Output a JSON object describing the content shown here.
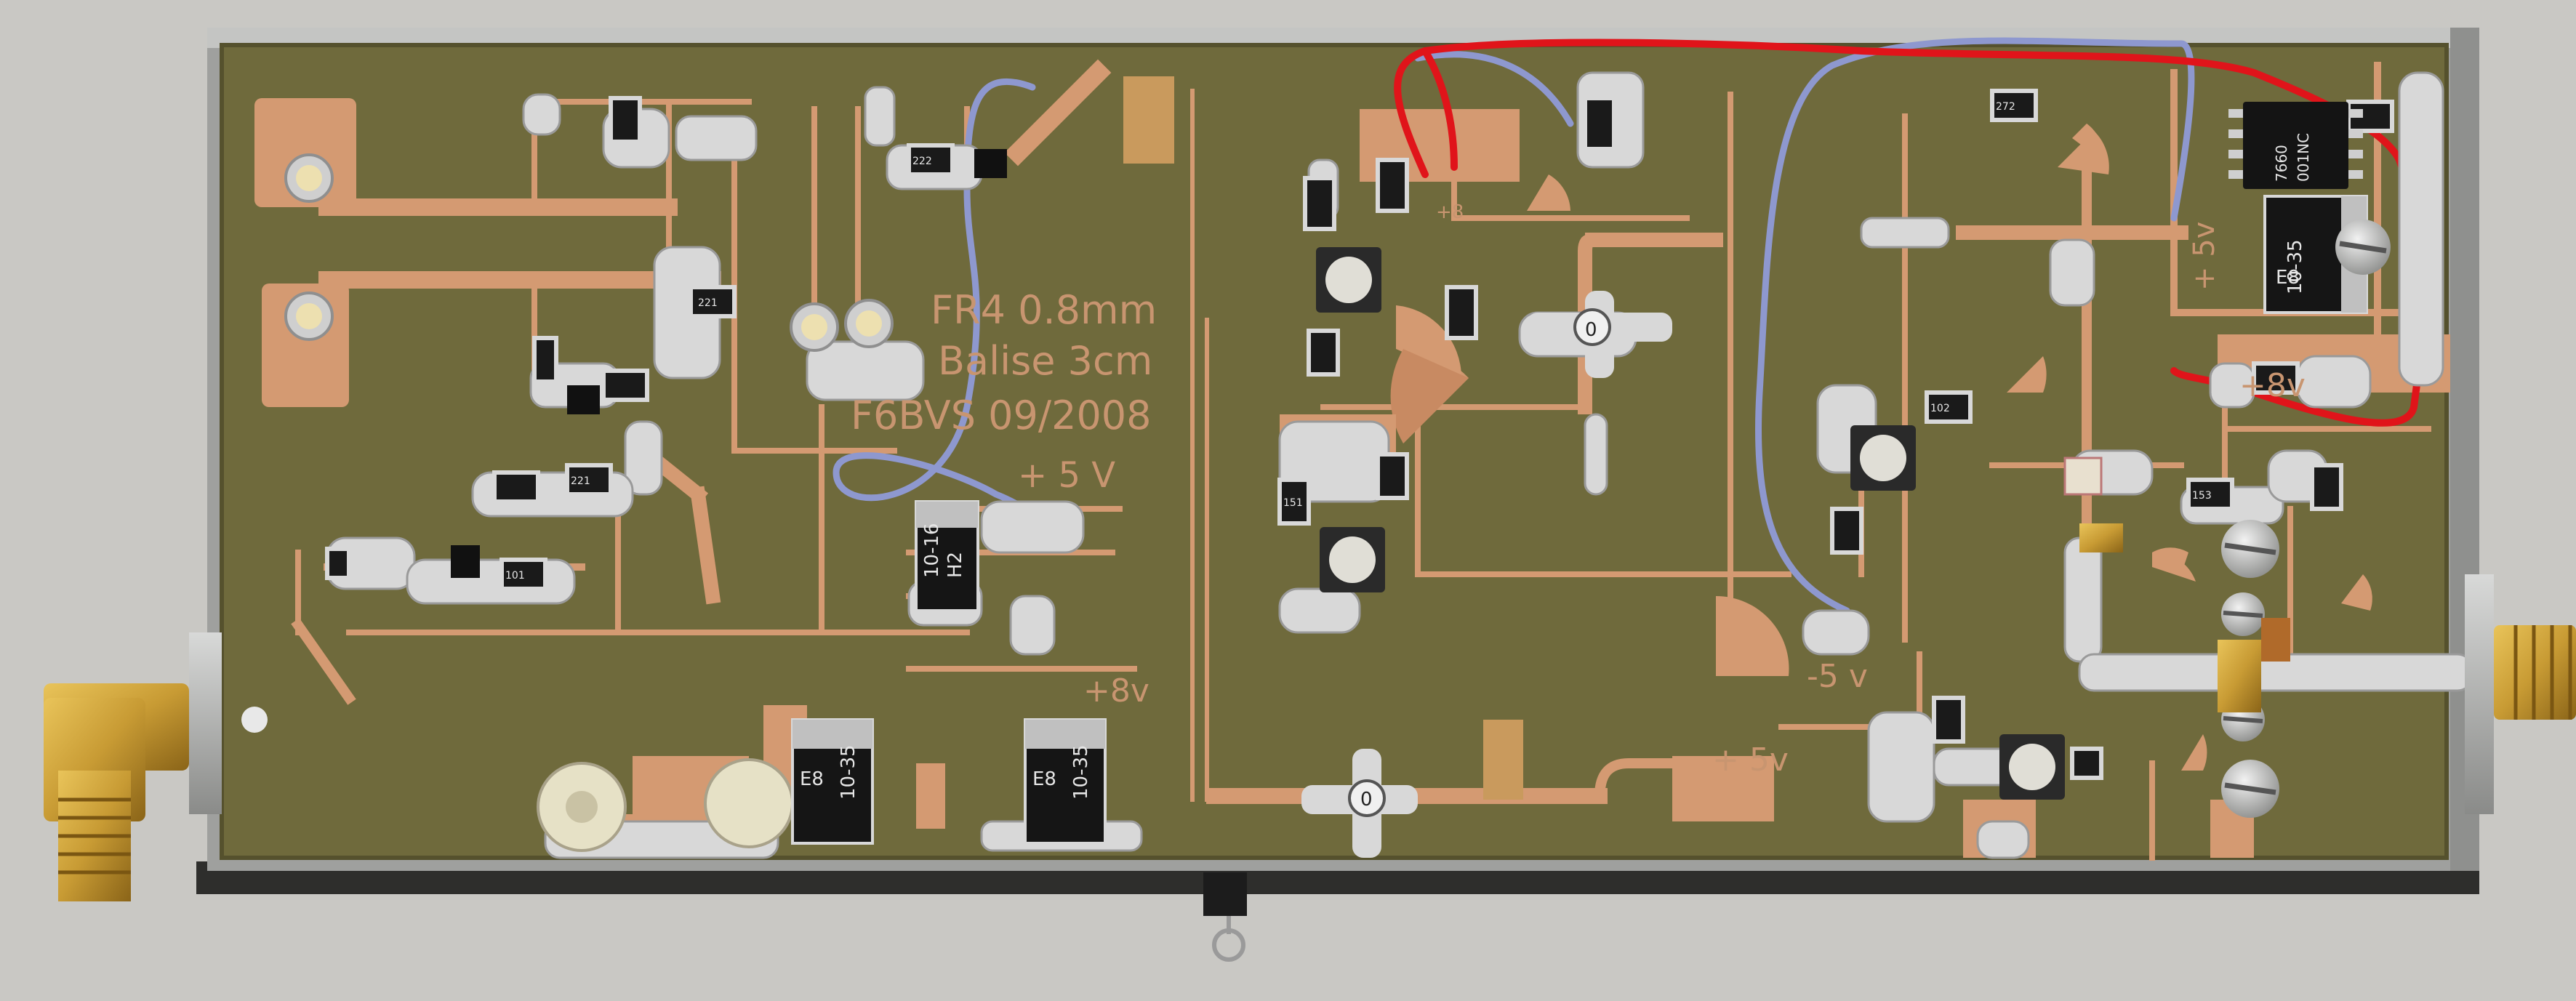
{
  "board": {
    "silkscreen": {
      "line1": "FR4 0.8mm",
      "line2": "Balise 3cm",
      "line3": "F6BVS 09/2008"
    },
    "rail_labels": {
      "p5v_left": "+ 5 V",
      "p8v_bottom": "+8v",
      "p8_top": "+8",
      "p5v_right_vertical": "+ 5v",
      "p8v_right": "+8v",
      "m5v": "-5 v",
      "p5v_bottom": "+ 5v"
    },
    "tantalum_caps": [
      {
        "code": "10-16",
        "mark": "H2"
      },
      {
        "code": "10-35",
        "mark": "E8"
      },
      {
        "code": "10-35",
        "mark": "E8"
      },
      {
        "code": "10-35",
        "mark": "E8"
      }
    ],
    "ic": {
      "line1": "7660",
      "line2": "001NC"
    },
    "trimmer_marks": [
      "0",
      "0"
    ],
    "resistor_codes": [
      "221",
      "221",
      "222",
      "102",
      "272",
      "101",
      "151",
      "153"
    ]
  },
  "colors": {
    "background": "#c9c8c4",
    "pcb": "#6f6a3c",
    "copper": "#d49a72",
    "solder": "#d8d8d8",
    "enclosure": "#a9aaa8",
    "connector_gold": "#c89b34",
    "wire_blue": "#8e98cf",
    "wire_red": "#e0141a"
  }
}
